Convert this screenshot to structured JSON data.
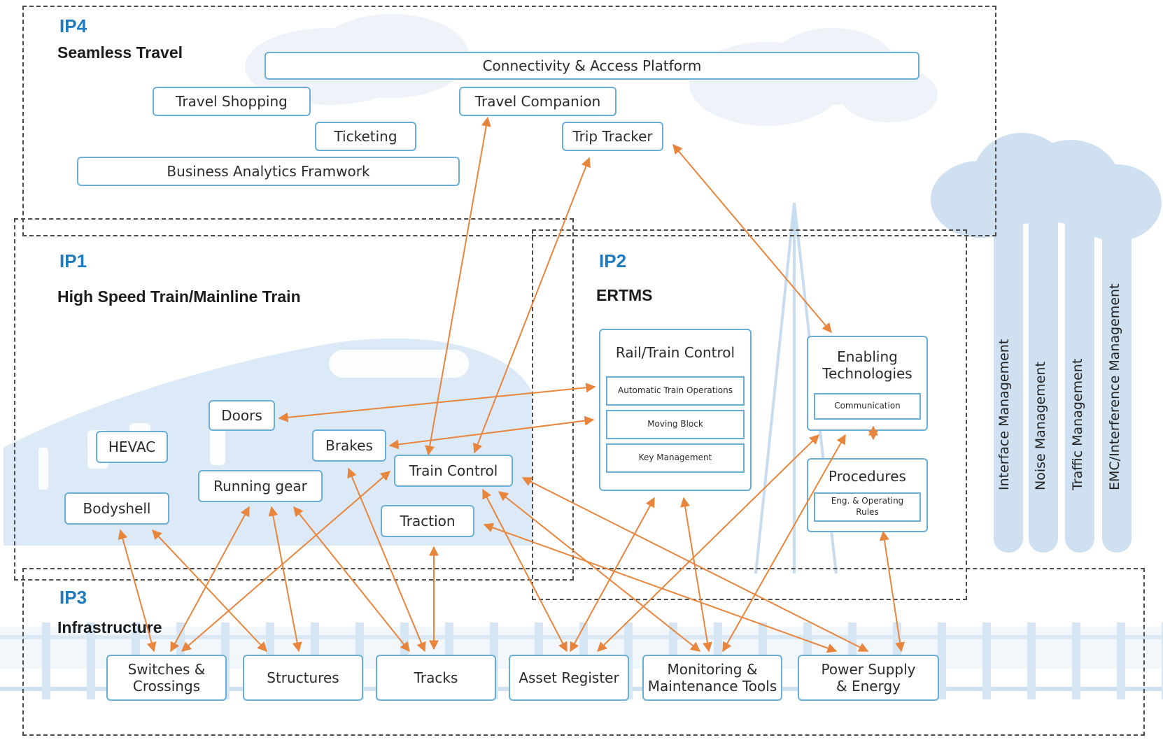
{
  "colors": {
    "region_border": "#4a4a4a",
    "ip_label": "#1f7bbf",
    "box_border": "#6aaed6",
    "arrow": "#e8853d",
    "background_illustration": "#dce9f6"
  },
  "regions": {
    "ip4": {
      "label": "IP4",
      "title": "Seamless Travel"
    },
    "ip1": {
      "label": "IP1",
      "title": "High Speed Train/Mainline Train"
    },
    "ip2": {
      "label": "IP2",
      "title": "ERTMS"
    },
    "ip3": {
      "label": "IP3",
      "title": "Infrastructure"
    }
  },
  "ip4": {
    "connectivity": "Connectivity & Access Platform",
    "travel_shopping": "Travel Shopping",
    "travel_companion": "Travel Companion",
    "ticketing": "Ticketing",
    "trip_tracker": "Trip Tracker",
    "business_analytics": "Business Analytics Framwork"
  },
  "ip1": {
    "doors": "Doors",
    "hevac": "HEVAC",
    "brakes": "Brakes",
    "train_control": "Train Control",
    "running_gear": "Running gear",
    "bodyshell": "Bodyshell",
    "traction": "Traction"
  },
  "ip2": {
    "rail_train_control": {
      "title": "Rail/Train Control",
      "items": [
        "Automatic Train Operations",
        "Moving Block",
        "Key Management"
      ]
    },
    "enabling_technologies": {
      "title": "Enabling\nTechnologies",
      "items": [
        "Communication"
      ]
    },
    "procedures": {
      "title": "Procedures",
      "items": [
        "Eng. & Operating\nRules"
      ]
    }
  },
  "ip3": {
    "switches_crossings": "Switches &\nCrossings",
    "structures": "Structures",
    "tracks": "Tracks",
    "asset_register": "Asset Register",
    "monitoring_tools": "Monitoring &\nMaintenance Tools",
    "power_supply": "Power Supply\n& Energy"
  },
  "cross_cutting": [
    "Interface Management",
    "Noise Management",
    "Traffic Management",
    "EMC/Interference Management"
  ]
}
